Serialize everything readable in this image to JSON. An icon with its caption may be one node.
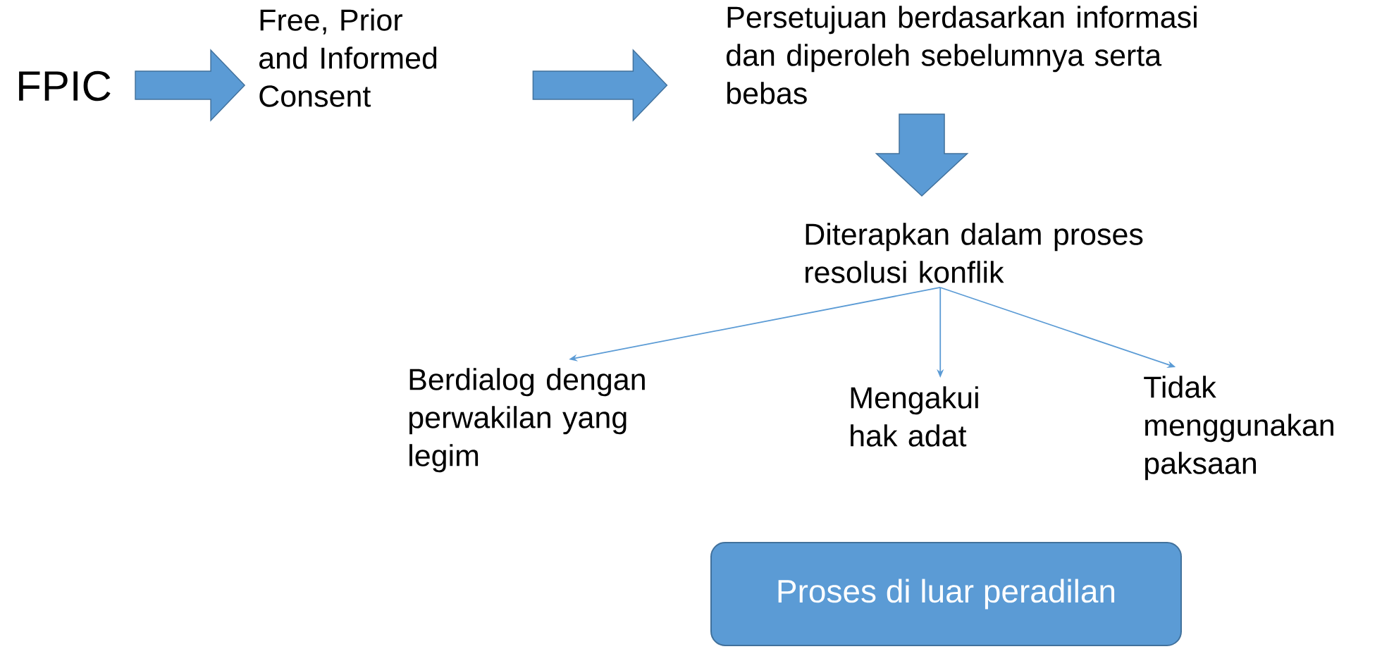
{
  "diagram": {
    "nodes": [
      {
        "text": [
          "FPIC"
        ]
      },
      {
        "text": [
          "Free, Prior and Informed Consent"
        ]
      },
      {
        "text": [
          "Persetujuan berdasarkan informasi dan diperoleh sebelumnya serta bebas"
        ]
      },
      {
        "text": [
          "Diterapkan dalam proses resolusi konflik"
        ]
      },
      {
        "text": [
          "Berdialog dengan perwakilan yang legim"
        ]
      },
      {
        "text": [
          "Mengakui hak adat"
        ]
      },
      {
        "text": [
          "Tidak menggunakan paksaan"
        ]
      },
      {
        "text": [
          "Proses di luar peradilan"
        ]
      }
    ],
    "edges": [
      {
        "from": 0,
        "to": 1,
        "arrow": "to",
        "style": "thick"
      },
      {
        "from": 1,
        "to": 2,
        "arrow": "to",
        "style": "thick"
      },
      {
        "from": 2,
        "to": 3,
        "arrow": "to",
        "style": "thick"
      },
      {
        "from": 3,
        "to": 4,
        "arrow": "to"
      },
      {
        "from": 3,
        "to": 5,
        "arrow": "to"
      },
      {
        "from": 3,
        "to": 6,
        "arrow": "to"
      }
    ]
  }
}
